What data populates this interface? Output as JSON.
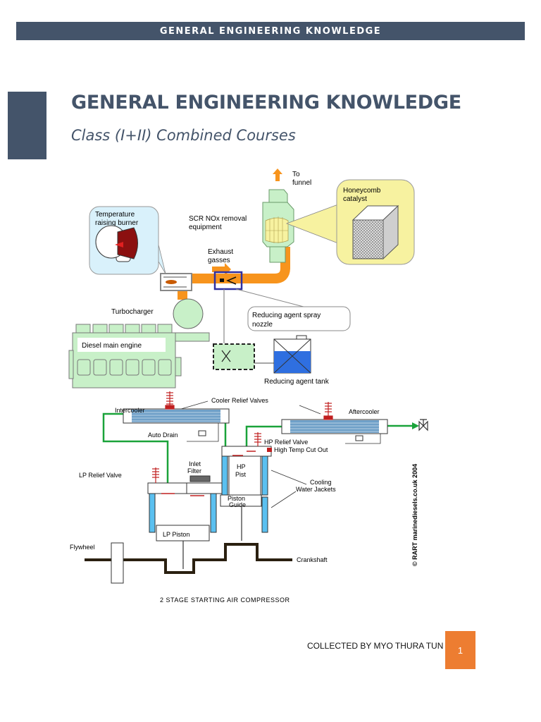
{
  "header": {
    "running_title": "GENERAL ENGINEERING KNOWLEDGE"
  },
  "document": {
    "title": "GENERAL ENGINEERING KNOWLEDGE",
    "subtitle": "Class (I+II) Combined Courses"
  },
  "colors": {
    "brand_slate": "#44546a",
    "accent_orange": "#ed7d31",
    "exhaust_pipe": "#f7941d",
    "equipment_green": "#c8f0c8",
    "callout_blue": "#d9f1fb",
    "callout_yellow": "#f7f2a0",
    "tank_blue": "#2f6fe0",
    "air_line_green": "#1aa33a",
    "water_jacket_blue": "#5bc0f0"
  },
  "scr_diagram": {
    "labels": {
      "to_funnel": [
        "To",
        "funnel"
      ],
      "honeycomb_catalyst": [
        "Honeycomb",
        "catalyst"
      ],
      "temperature_raising_burner": [
        "Temperature",
        "raising burner"
      ],
      "scr_equipment": [
        "SCR NOx removal",
        "equipment"
      ],
      "exhaust_gasses": [
        "Exhaust",
        "gasses"
      ],
      "turbocharger": "Turbocharger",
      "reducing_agent_spray_nozzle": [
        "Reducing agent spray",
        "nozzle"
      ],
      "diesel_main_engine": "Diesel main engine",
      "reducing_agent_tank": "Reducing agent tank"
    }
  },
  "compressor_diagram": {
    "labels": {
      "cooler_relief_valves": "Cooler Relief Valves",
      "intercooler": "Intercooler",
      "aftercooler": "Aftercooler",
      "auto_drain": "Auto Drain",
      "hp_relief_valve": "HP Relief Valve",
      "high_temp_cut_out": "High Temp Cut Out",
      "lp_relief_valve": "LP Relief Valve",
      "inlet_filter": [
        "Inlet",
        "Filter"
      ],
      "hp_piston": [
        "HP",
        "Pist"
      ],
      "cooling_water_jackets": [
        "Cooling",
        "Water Jackets"
      ],
      "piston_guide": [
        "Piston",
        "Guide"
      ],
      "lp_piston": "LP Piston",
      "flywheel": "Flywheel",
      "crankshaft": "Crankshaft",
      "copyright": "© RART marinediesels.co.uk 2004",
      "caption": "2 STAGE STARTING AIR COMPRESSOR"
    }
  },
  "footer": {
    "collected_by": "COLLECTED BY MYO THURA TUN",
    "page_number": "1"
  }
}
